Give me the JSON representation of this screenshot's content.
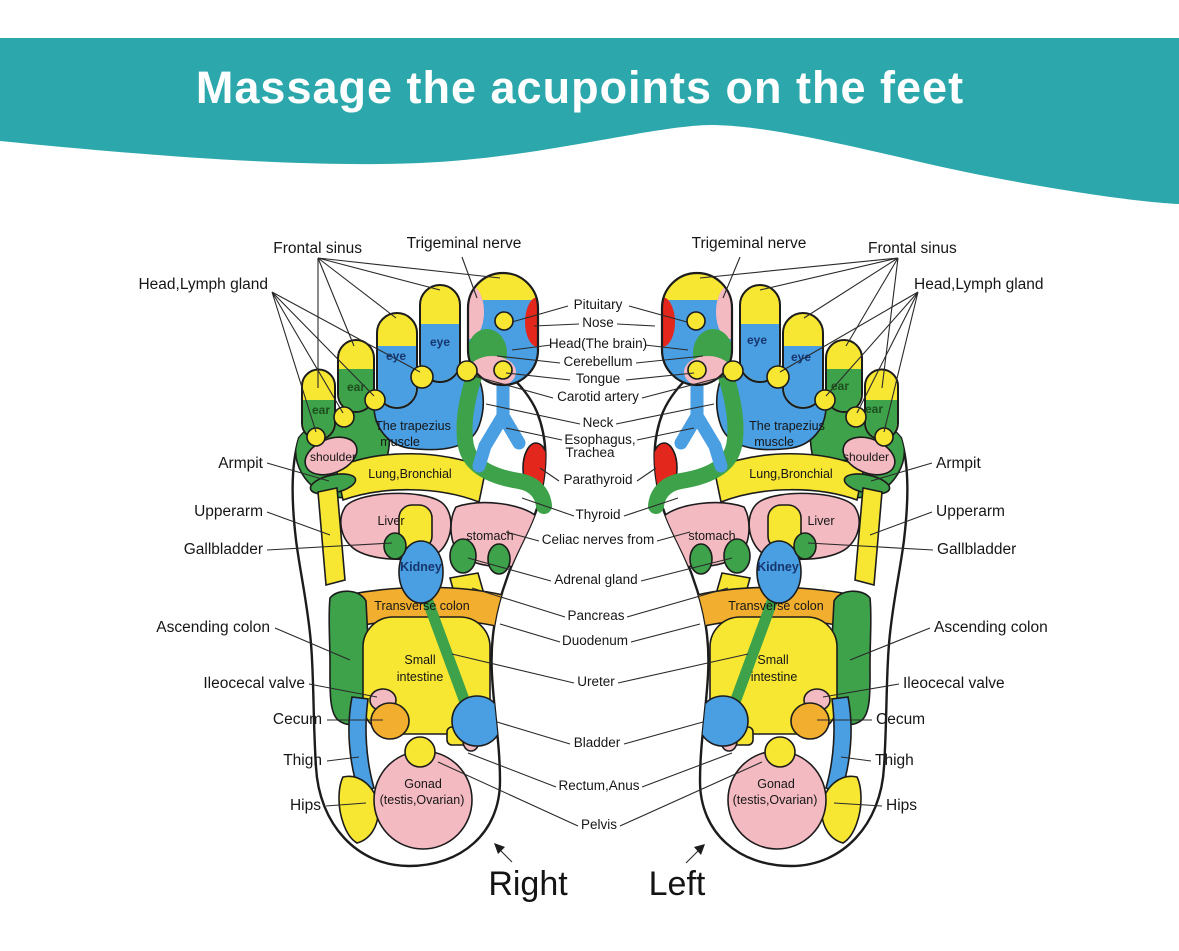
{
  "banner": {
    "title": "Massage the acupoints on the feet"
  },
  "colors": {
    "teal": "#2CA8AD",
    "yellow": "#F7E632",
    "blue": "#4A9EE2",
    "green": "#3DA24A",
    "pink": "#F4BAC2",
    "red": "#E4271C",
    "orange": "#F2AE2F",
    "ink": "#1C1C1C",
    "navy": "#16366E",
    "darkgreen": "#1E4D1E"
  },
  "top_labels": {
    "trigeminal_left": "Trigeminal nerve",
    "trigeminal_right": "Trigeminal nerve"
  },
  "left_labels": [
    "Frontal sinus",
    "Head,Lymph gland",
    "Armpit",
    "Upperarm",
    "Gallbladder",
    "Ascending colon",
    "Ileocecal valve",
    "Cecum",
    "Thigh",
    "Hips"
  ],
  "right_labels": [
    "Frontal sinus",
    "Head,Lymph gland",
    "Armpit",
    "Upperarm",
    "Gallbladder",
    "Ascending colon",
    "Ileocecal valve",
    "Cecum",
    "Thigh",
    "Hips"
  ],
  "center_labels": [
    "Pituitary",
    "Nose",
    "Head(The brain)",
    "Cerebellum",
    "Tongue",
    "Carotid artery",
    "Neck",
    "Esophagus,",
    "Trachea",
    "Parathyroid",
    "Thyroid",
    "Celiac nerves from",
    "Adrenal gland",
    "Pancreas",
    "Duodenum",
    "Ureter",
    "Bladder",
    "Rectum,Anus",
    "Pelvis"
  ],
  "region_labels": {
    "eye": "eye",
    "ear": "ear",
    "trapezius1": "The trapezius",
    "trapezius2": "muscle",
    "shoulder": "shoulder",
    "lung": "Lung,Bronchial",
    "liver": "Liver",
    "stomach": "stomach",
    "kidney": "Kidney",
    "transverse": "Transverse colon",
    "small1": "Small",
    "small2": "intestine",
    "gonad1": "Gonad",
    "gonad2": "(testis,Ovarian)"
  },
  "footer": {
    "right": "Right",
    "left": "Left"
  }
}
